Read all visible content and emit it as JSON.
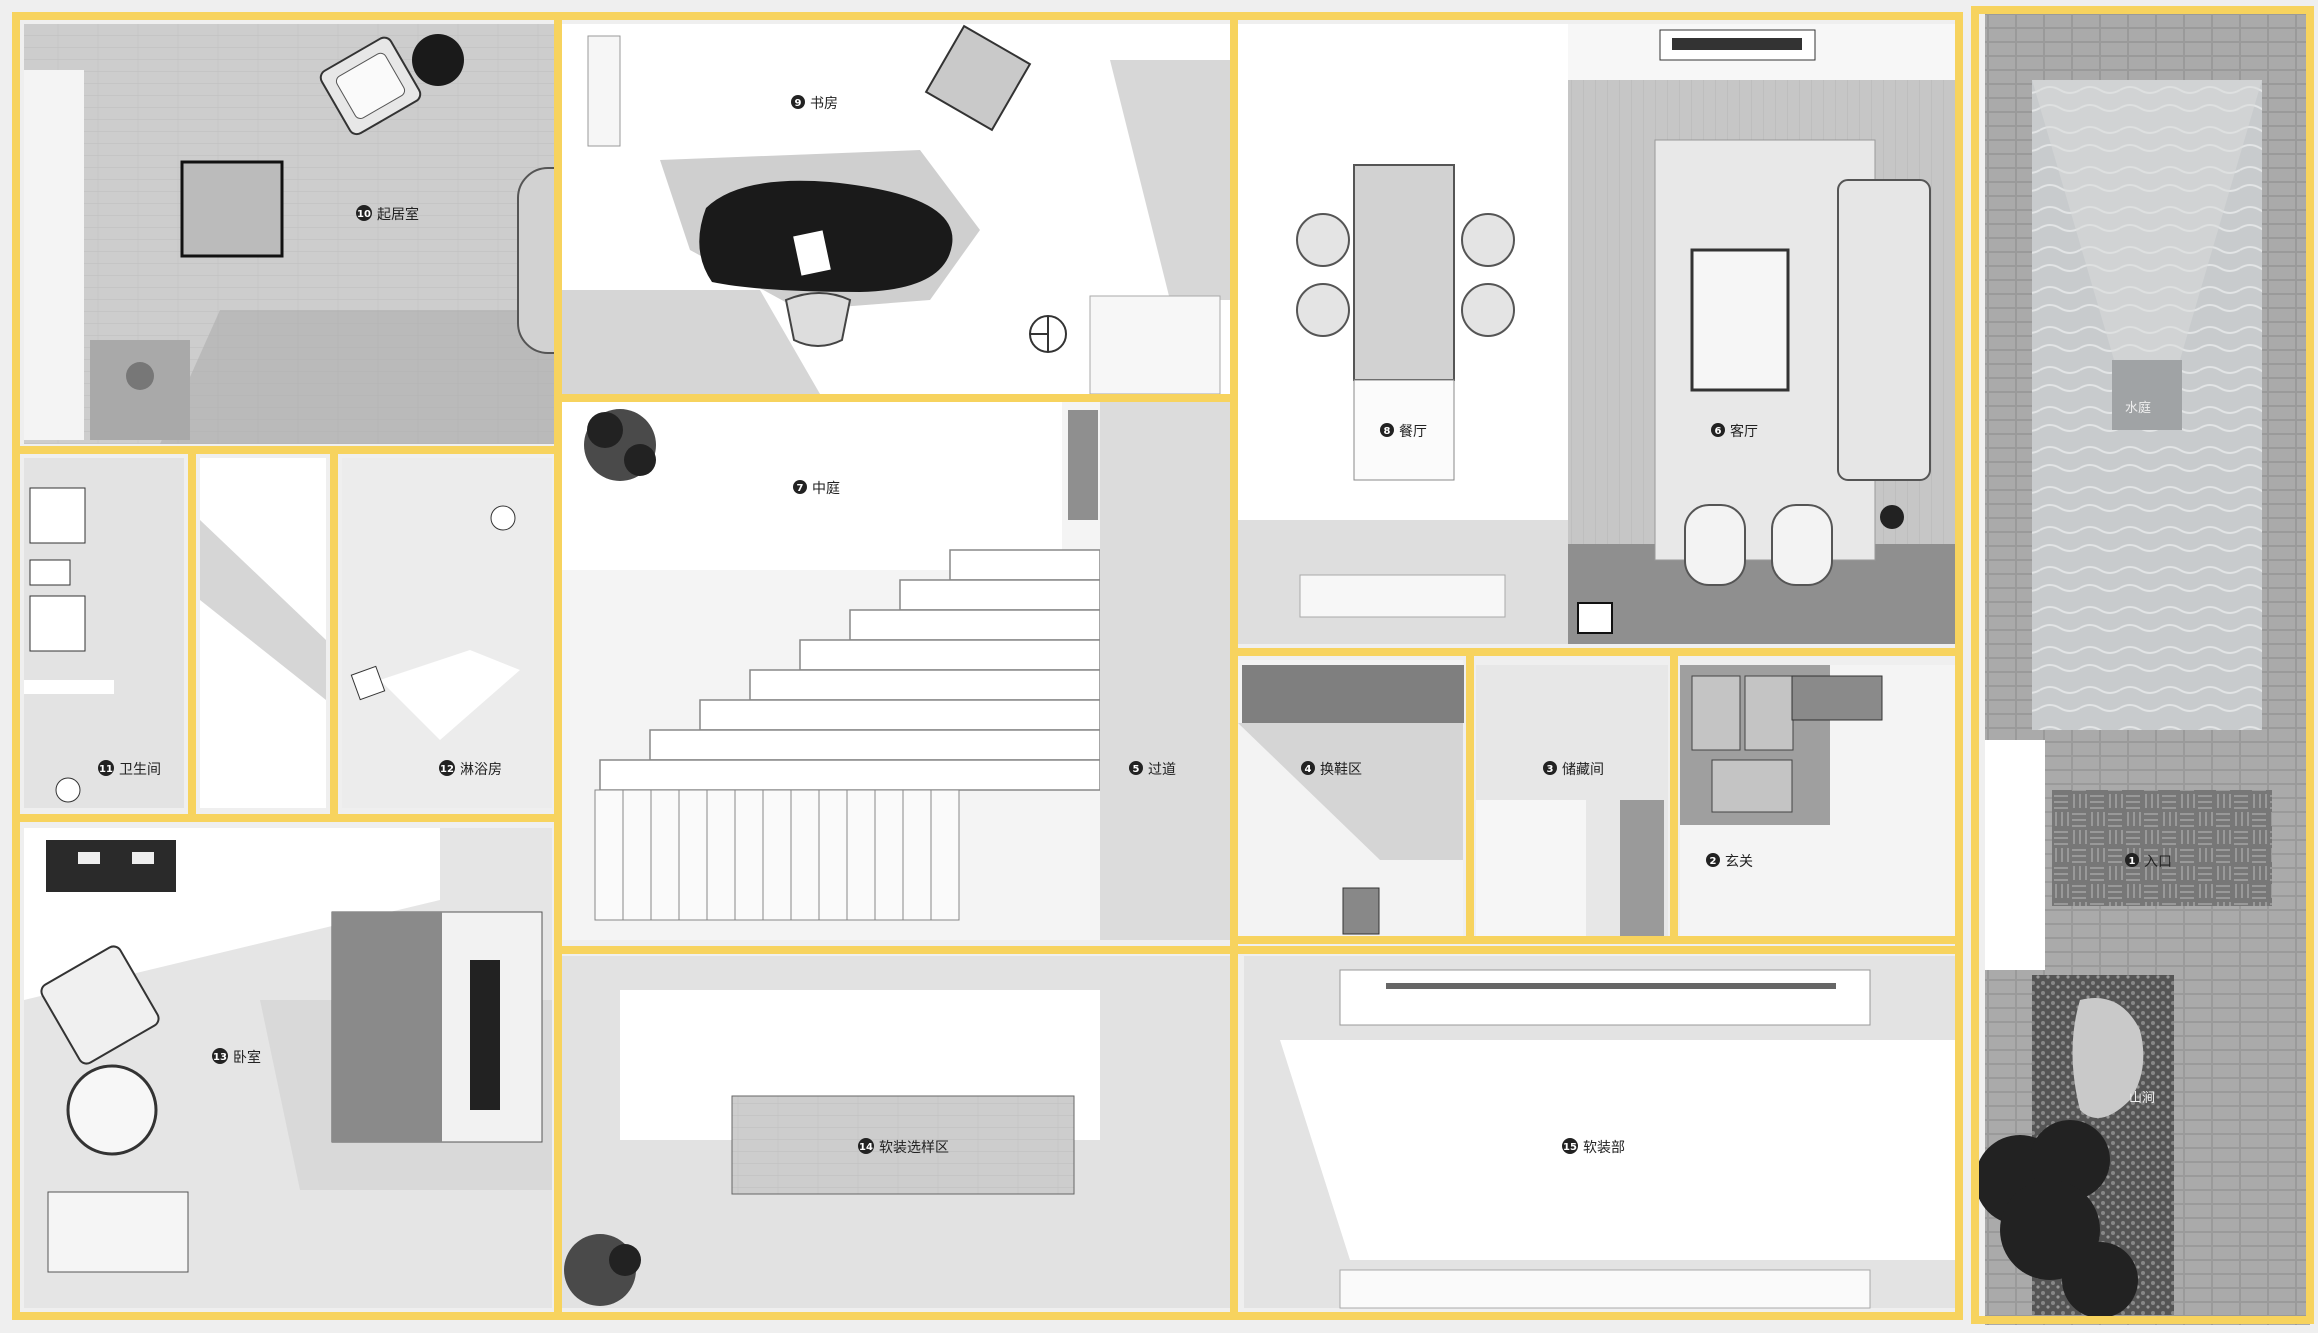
{
  "colors": {
    "outline": "#F7D35E",
    "floor_light": "#e6e6e6",
    "floor_wood": "#c9c9c9",
    "shadow": "#cfcfcf",
    "wall": "#ffffff",
    "dark": "#1c1c1c",
    "pool": "#b9bcbf"
  },
  "rooms": [
    {
      "id": 1,
      "num": "1",
      "name": "入口"
    },
    {
      "id": 2,
      "num": "2",
      "name": "玄关"
    },
    {
      "id": 3,
      "num": "3",
      "name": "储藏间"
    },
    {
      "id": 4,
      "num": "4",
      "name": "换鞋区"
    },
    {
      "id": 5,
      "num": "5",
      "name": "过道"
    },
    {
      "id": 6,
      "num": "6",
      "name": "客厅"
    },
    {
      "id": 7,
      "num": "7",
      "name": "中庭"
    },
    {
      "id": 8,
      "num": "8",
      "name": "餐厅"
    },
    {
      "id": 9,
      "num": "9",
      "name": "书房"
    },
    {
      "id": 10,
      "num": "10",
      "name": "起居室"
    },
    {
      "id": 11,
      "num": "11",
      "name": "卫生间"
    },
    {
      "id": 12,
      "num": "12",
      "name": "淋浴房"
    },
    {
      "id": 13,
      "num": "13",
      "name": "卧室"
    },
    {
      "id": 14,
      "num": "14",
      "name": "软装选样区"
    },
    {
      "id": 15,
      "num": "15",
      "name": "软装部"
    }
  ],
  "landscape": [
    {
      "id": "water",
      "name": "水庭"
    },
    {
      "id": "rock",
      "name": "山涧"
    }
  ]
}
